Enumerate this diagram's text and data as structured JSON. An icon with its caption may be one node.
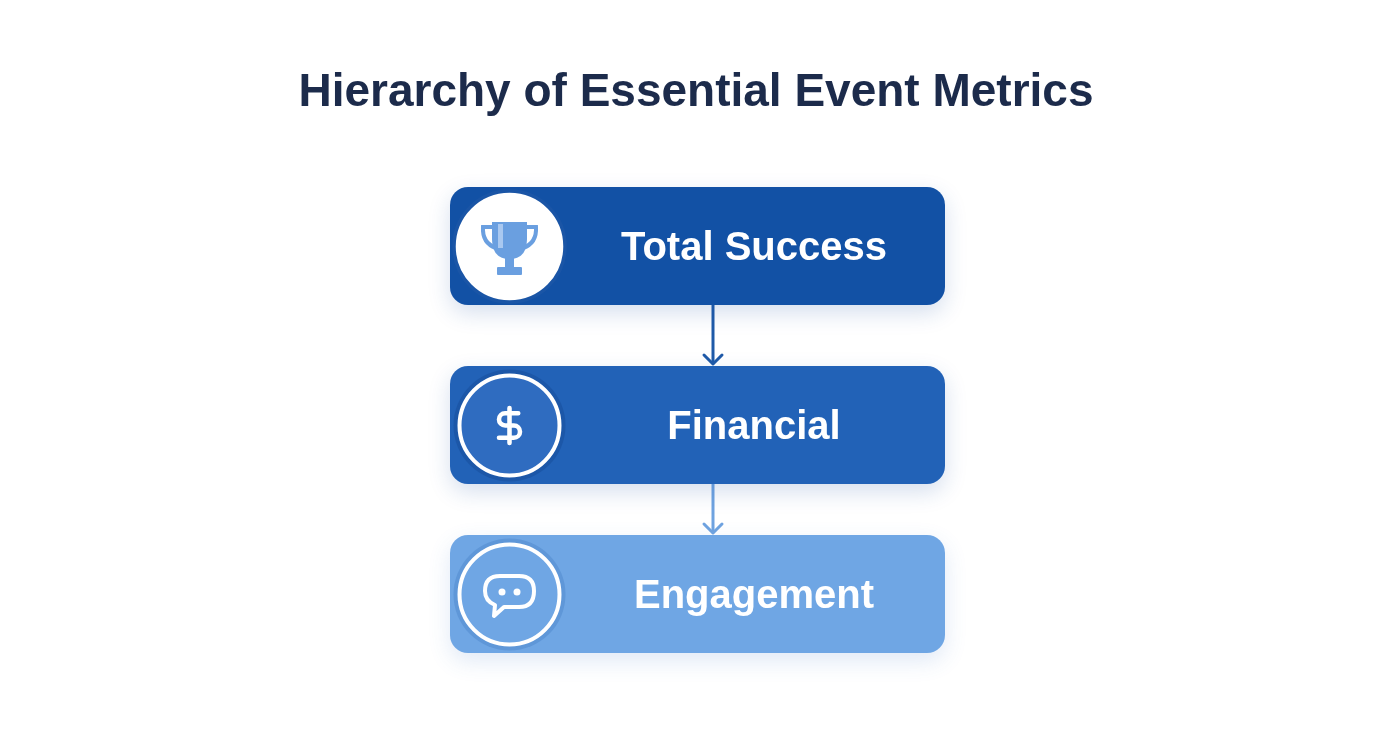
{
  "diagram": {
    "title": "Hierarchy of Essential Event Metrics",
    "nodes": [
      {
        "text": [
          "Total Success"
        ]
      },
      {
        "text": [
          "Financial"
        ]
      },
      {
        "text": [
          "Engagement"
        ]
      }
    ],
    "edges": [
      {
        "from": 0,
        "to": 1,
        "arrow": "to"
      },
      {
        "from": 1,
        "to": 2,
        "arrow": "to",
        "color": "#6fa3e0"
      }
    ]
  }
}
